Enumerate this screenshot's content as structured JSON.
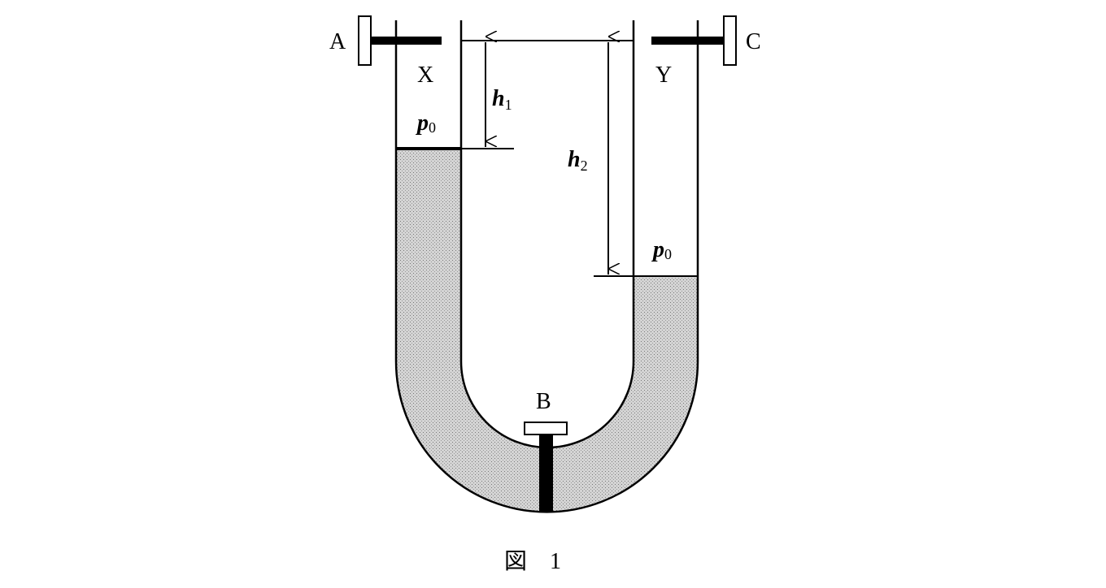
{
  "labels": {
    "clamp_a": "A",
    "clamp_b": "B",
    "clamp_c": "C",
    "tube_x": "X",
    "tube_y": "Y",
    "h1": "h",
    "h1_sub": "1",
    "h2": "h",
    "h2_sub": "2",
    "p0_left": "p",
    "p0_left_sub": "0",
    "p0_right": "p",
    "p0_right_sub": "0"
  },
  "caption": "図　1",
  "colors": {
    "liquid": "#c8c8c8",
    "line": "#000000"
  }
}
